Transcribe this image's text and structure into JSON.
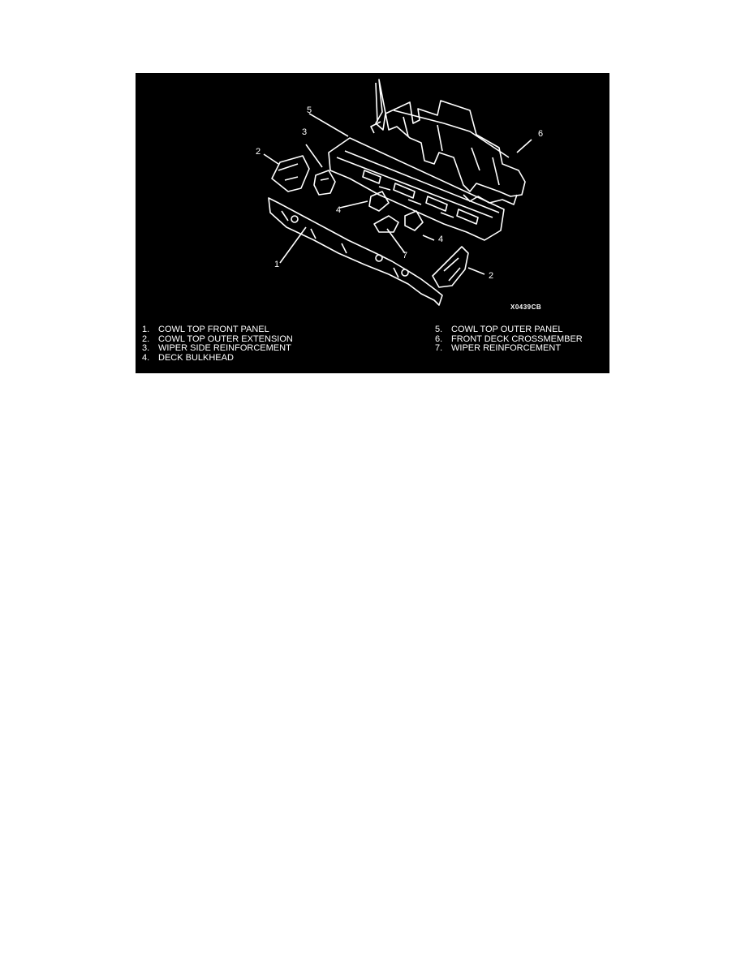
{
  "figure": {
    "code": "X0439CB",
    "callouts": [
      {
        "id": "c1",
        "label": "1"
      },
      {
        "id": "c2a",
        "label": "2"
      },
      {
        "id": "c2b",
        "label": "2"
      },
      {
        "id": "c3",
        "label": "3"
      },
      {
        "id": "c4a",
        "label": "4"
      },
      {
        "id": "c4b",
        "label": "4"
      },
      {
        "id": "c5",
        "label": "5"
      },
      {
        "id": "c6",
        "label": "6"
      },
      {
        "id": "c7",
        "label": "7"
      }
    ],
    "legend_left": [
      {
        "num": "1.",
        "text": "COWL TOP FRONT PANEL"
      },
      {
        "num": "2.",
        "text": "COWL TOP OUTER EXTENSION"
      },
      {
        "num": "3.",
        "text": "WIPER SIDE REINFORCEMENT"
      },
      {
        "num": "4.",
        "text": "DECK BULKHEAD"
      }
    ],
    "legend_right": [
      {
        "num": "5.",
        "text": "COWL TOP OUTER PANEL"
      },
      {
        "num": "6.",
        "text": "FRONT DECK CROSSMEMBER"
      },
      {
        "num": "7.",
        "text": "WIPER REINFORCEMENT"
      }
    ]
  }
}
